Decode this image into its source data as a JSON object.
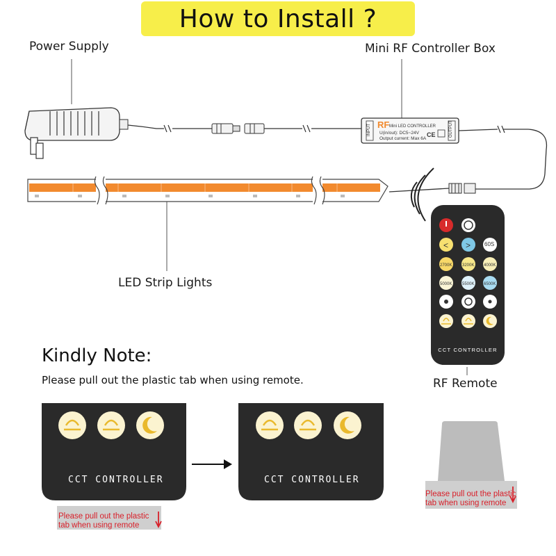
{
  "title": "How to Install ?",
  "labels": {
    "power_supply": "Power Supply",
    "controller_box": "Mini RF Controller Box",
    "led_strip": "LED Strip Lights",
    "rf_remote": "RF Remote"
  },
  "controller": {
    "brand": "RF",
    "model": "Mini LED CONTROLLER",
    "voltage": "U(in/out): DC5~24V",
    "current": "Output current: Max 6A",
    "input": "INPUT",
    "output": "OUTPUT"
  },
  "remote": {
    "name": "CCT CONTROLLER",
    "timer_label": "60S",
    "color_temps": [
      "2700K",
      "3200K",
      "4000K",
      "5000K",
      "5500K",
      "6500K"
    ]
  },
  "note": {
    "heading": "Kindly Note:",
    "text": "Please pull out the plastic tab when using remote.",
    "tab_text_line1": "Please pull out the plastic",
    "tab_text_line2": "tab when using remote",
    "panel_label": "CCT CONTROLLER"
  },
  "colors": {
    "title_bg": "#f7ee4a",
    "strip_orange": "#f28a2e",
    "remote_body": "#2a2a2a",
    "warning_red": "#d8202a"
  }
}
